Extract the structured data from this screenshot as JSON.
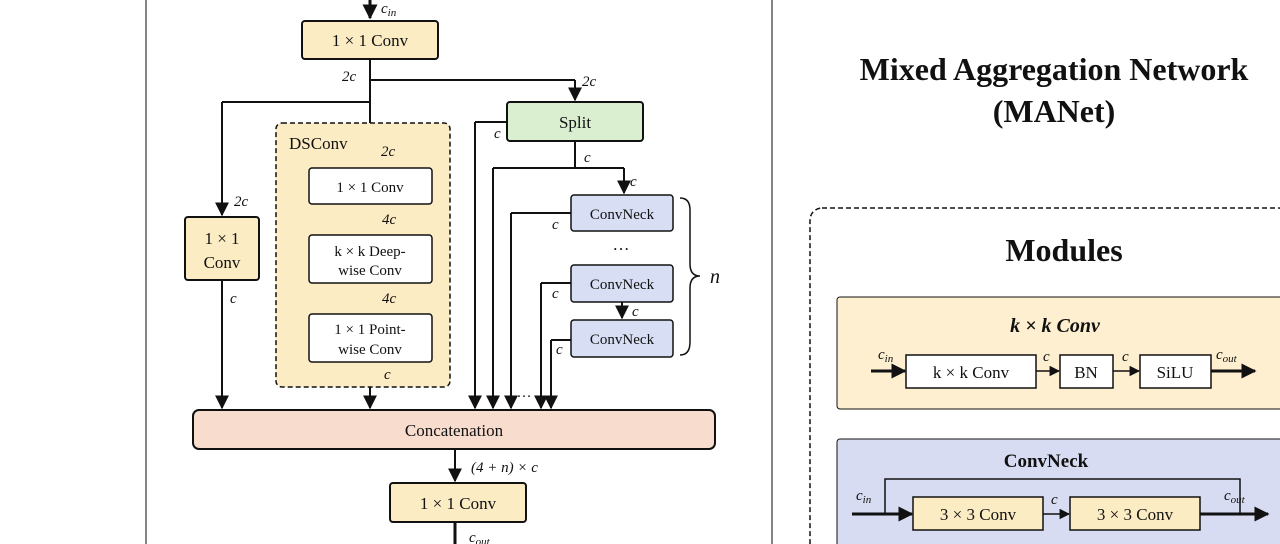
{
  "main_title_line1": "Mixed Aggregation Network",
  "main_title_line2": "(MANet)",
  "modules_title": "Modules",
  "labels": {
    "c_in": "c",
    "c_in_sub": "in",
    "c_out_sub": "out",
    "c": "c",
    "two_c": "2c",
    "four_c": "4c",
    "n": "n",
    "dots": "…",
    "concat_out": "(4 + n) × c"
  },
  "boxes": {
    "conv_top": "1 × 1  Conv",
    "split": "Split",
    "dsconv_title": "DSConv",
    "ds_conv1": "1 × 1  Conv",
    "ds_dw_line1": "k × k Deep-",
    "ds_dw_line2": "wise Conv",
    "ds_pw_line1": "1 × 1  Point-",
    "ds_pw_line2": "wise Conv",
    "left_conv_line1": "1 × 1",
    "left_conv_line2": "Conv",
    "convneck_1": "ConvNeck",
    "convneck_2": "ConvNeck",
    "convneck_3": "ConvNeck",
    "concatenation": "Concatenation",
    "conv_bottom": "1 × 1  Conv"
  },
  "modules": {
    "kxk_title": "k × k  Conv",
    "kxk_conv": "k × k Conv",
    "bn": "BN",
    "silu": "SiLU",
    "convneck_title": "ConvNeck",
    "conv3_1": "3 × 3 Conv",
    "conv3_2": "3 × 3 Conv"
  },
  "colors": {
    "yellow": "#fcecc4",
    "green": "#d9efd0",
    "blue": "#d8def4",
    "peach": "#f8dccd",
    "module_yellow": "#fdefcf",
    "module_blue": "#d7dcf2"
  }
}
